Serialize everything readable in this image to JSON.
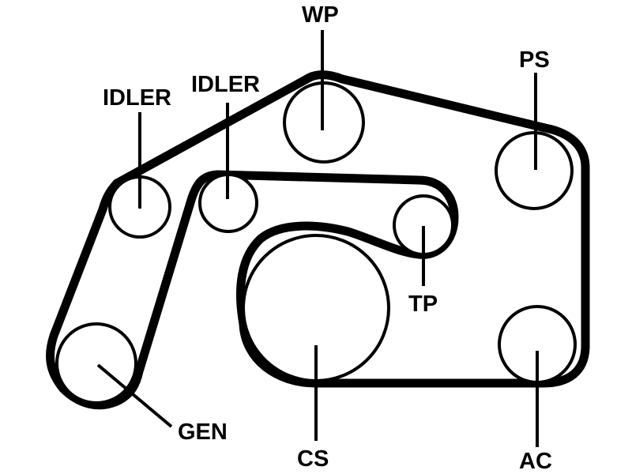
{
  "diagram": {
    "type": "serpentine belt routing",
    "colors": {
      "line": "#000000",
      "background": "#ffffff"
    },
    "labels": {
      "wp": "WP",
      "ps": "PS",
      "idler_left": "IDLER",
      "idler_right": "IDLER",
      "tp": "TP",
      "gen": "GEN",
      "cs": "CS",
      "ac": "AC"
    }
  }
}
